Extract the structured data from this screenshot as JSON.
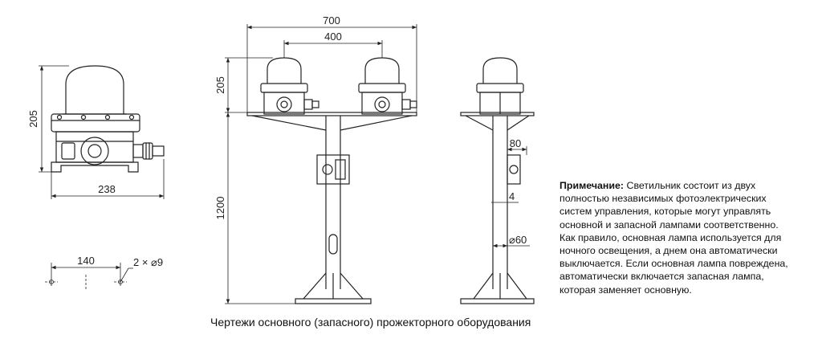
{
  "dimensions": {
    "side_height": "205",
    "side_width": "238",
    "mount_spacing": "140",
    "mount_holes": "2 × ⌀9",
    "top_span": "700",
    "lamp_spacing": "400",
    "front_height": "205",
    "pole_height": "1200",
    "box_depth": "80",
    "wall_offset": "4",
    "pole_diameter": "⌀60"
  },
  "note": {
    "label": "Примечание:",
    "text": "Светильник состоит из двух полностью независимых фотоэлектрических систем управления, которые могут управлять основной и запасной лампами соответственно. Как правило, основная лампа используется для ночного освещения, а днем она автоматически выключается. Если основная лампа повреждена, автоматически включается запасная лампа, которая заменяет основную."
  },
  "caption": "Чертежи основного (запасного) прожекторного оборудования"
}
